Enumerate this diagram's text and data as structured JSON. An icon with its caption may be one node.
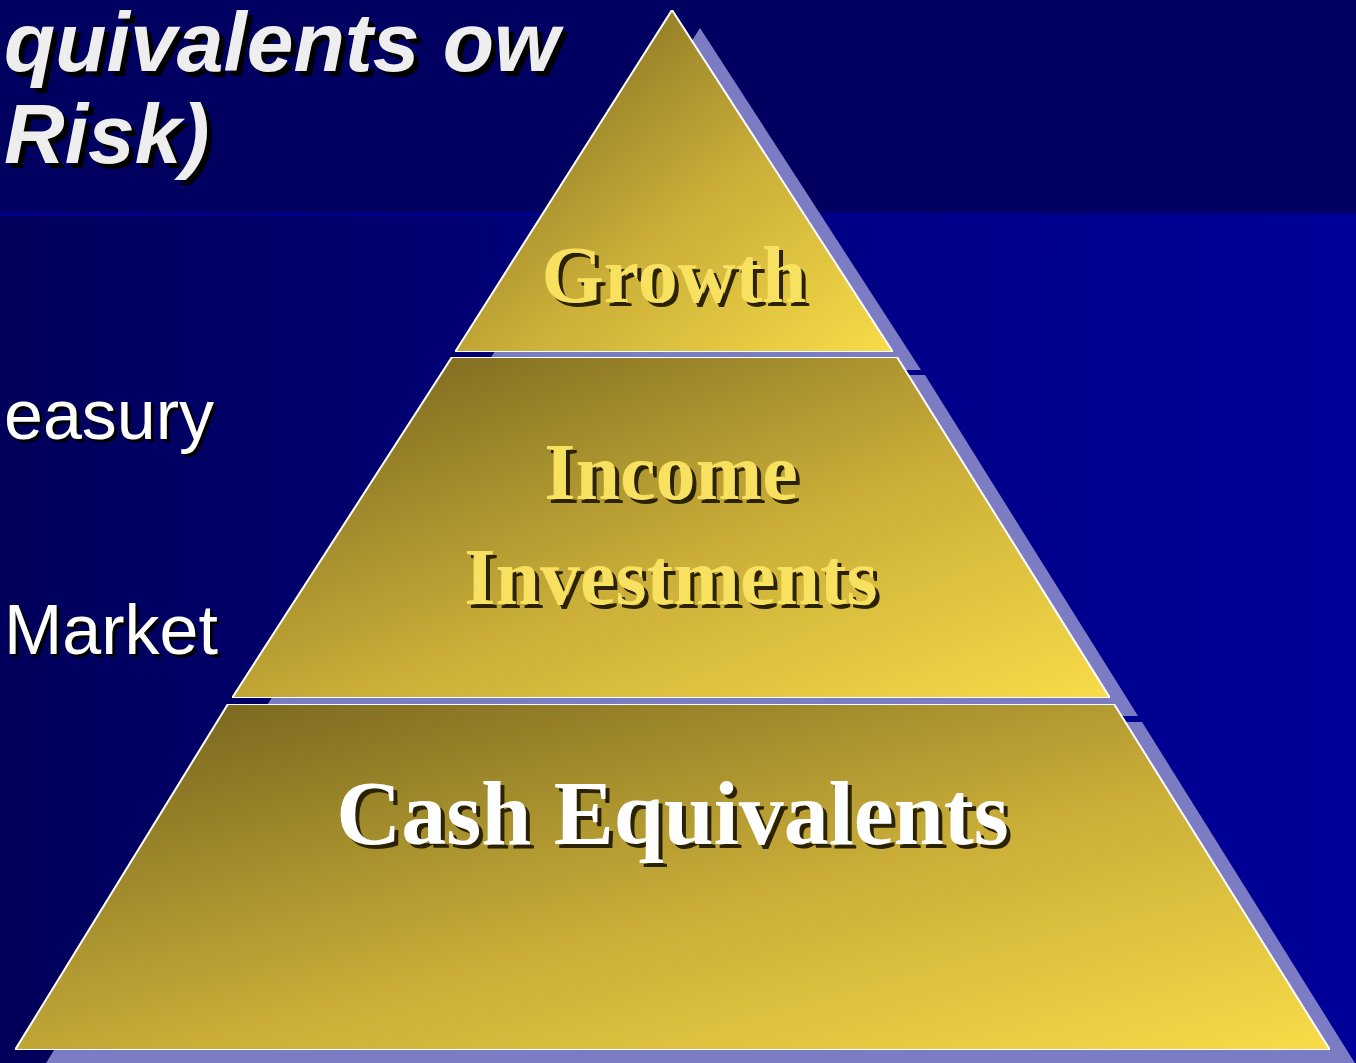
{
  "diagram": {
    "title": "quivalents ow Risk)",
    "nodes": [
      {
        "text": [
          "Growth"
        ]
      },
      {
        "text": [
          "Income Investments"
        ]
      },
      {
        "text": [
          "Cash Equivalents"
        ]
      }
    ],
    "labels": [
      "easury",
      "Market"
    ]
  }
}
